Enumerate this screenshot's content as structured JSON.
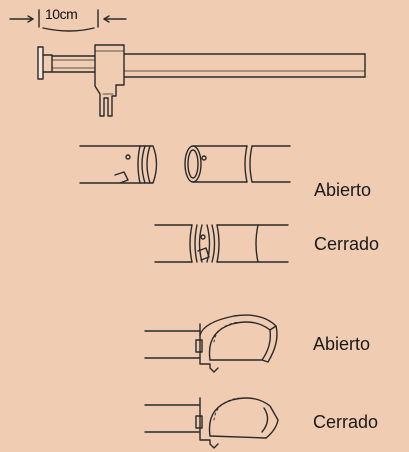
{
  "dimension_label": "10cm",
  "states": {
    "coupling_open": "Abierto",
    "coupling_closed": "Cerrado",
    "hook_open": "Abierto",
    "hook_closed": "Cerrado"
  },
  "colors": {
    "background": "#f0cdb2",
    "ink": "#2a2a2a"
  }
}
